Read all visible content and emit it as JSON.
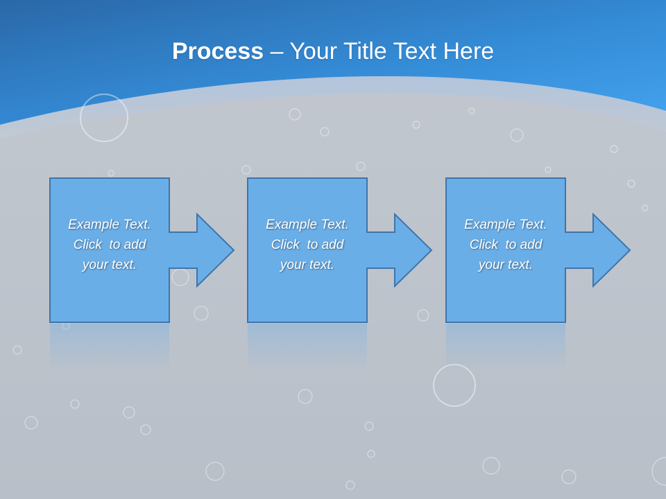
{
  "title": {
    "bold_part": "Process",
    "rest_part": " – Your Title Text Here"
  },
  "colors": {
    "header_top": "#2f73b5",
    "header_bottom": "#3d9ae6",
    "box_fill": "#6aaee8",
    "box_stroke": "#3f74a8",
    "background": "#bfc5cd"
  },
  "steps": [
    {
      "text_lines": [
        "Example Text.",
        "Click  to add",
        "your text."
      ]
    },
    {
      "text_lines": [
        "Example Text.",
        "Click  to add",
        "your text."
      ]
    },
    {
      "text_lines": [
        "Example Text.",
        "Click  to add",
        "your text."
      ]
    }
  ]
}
